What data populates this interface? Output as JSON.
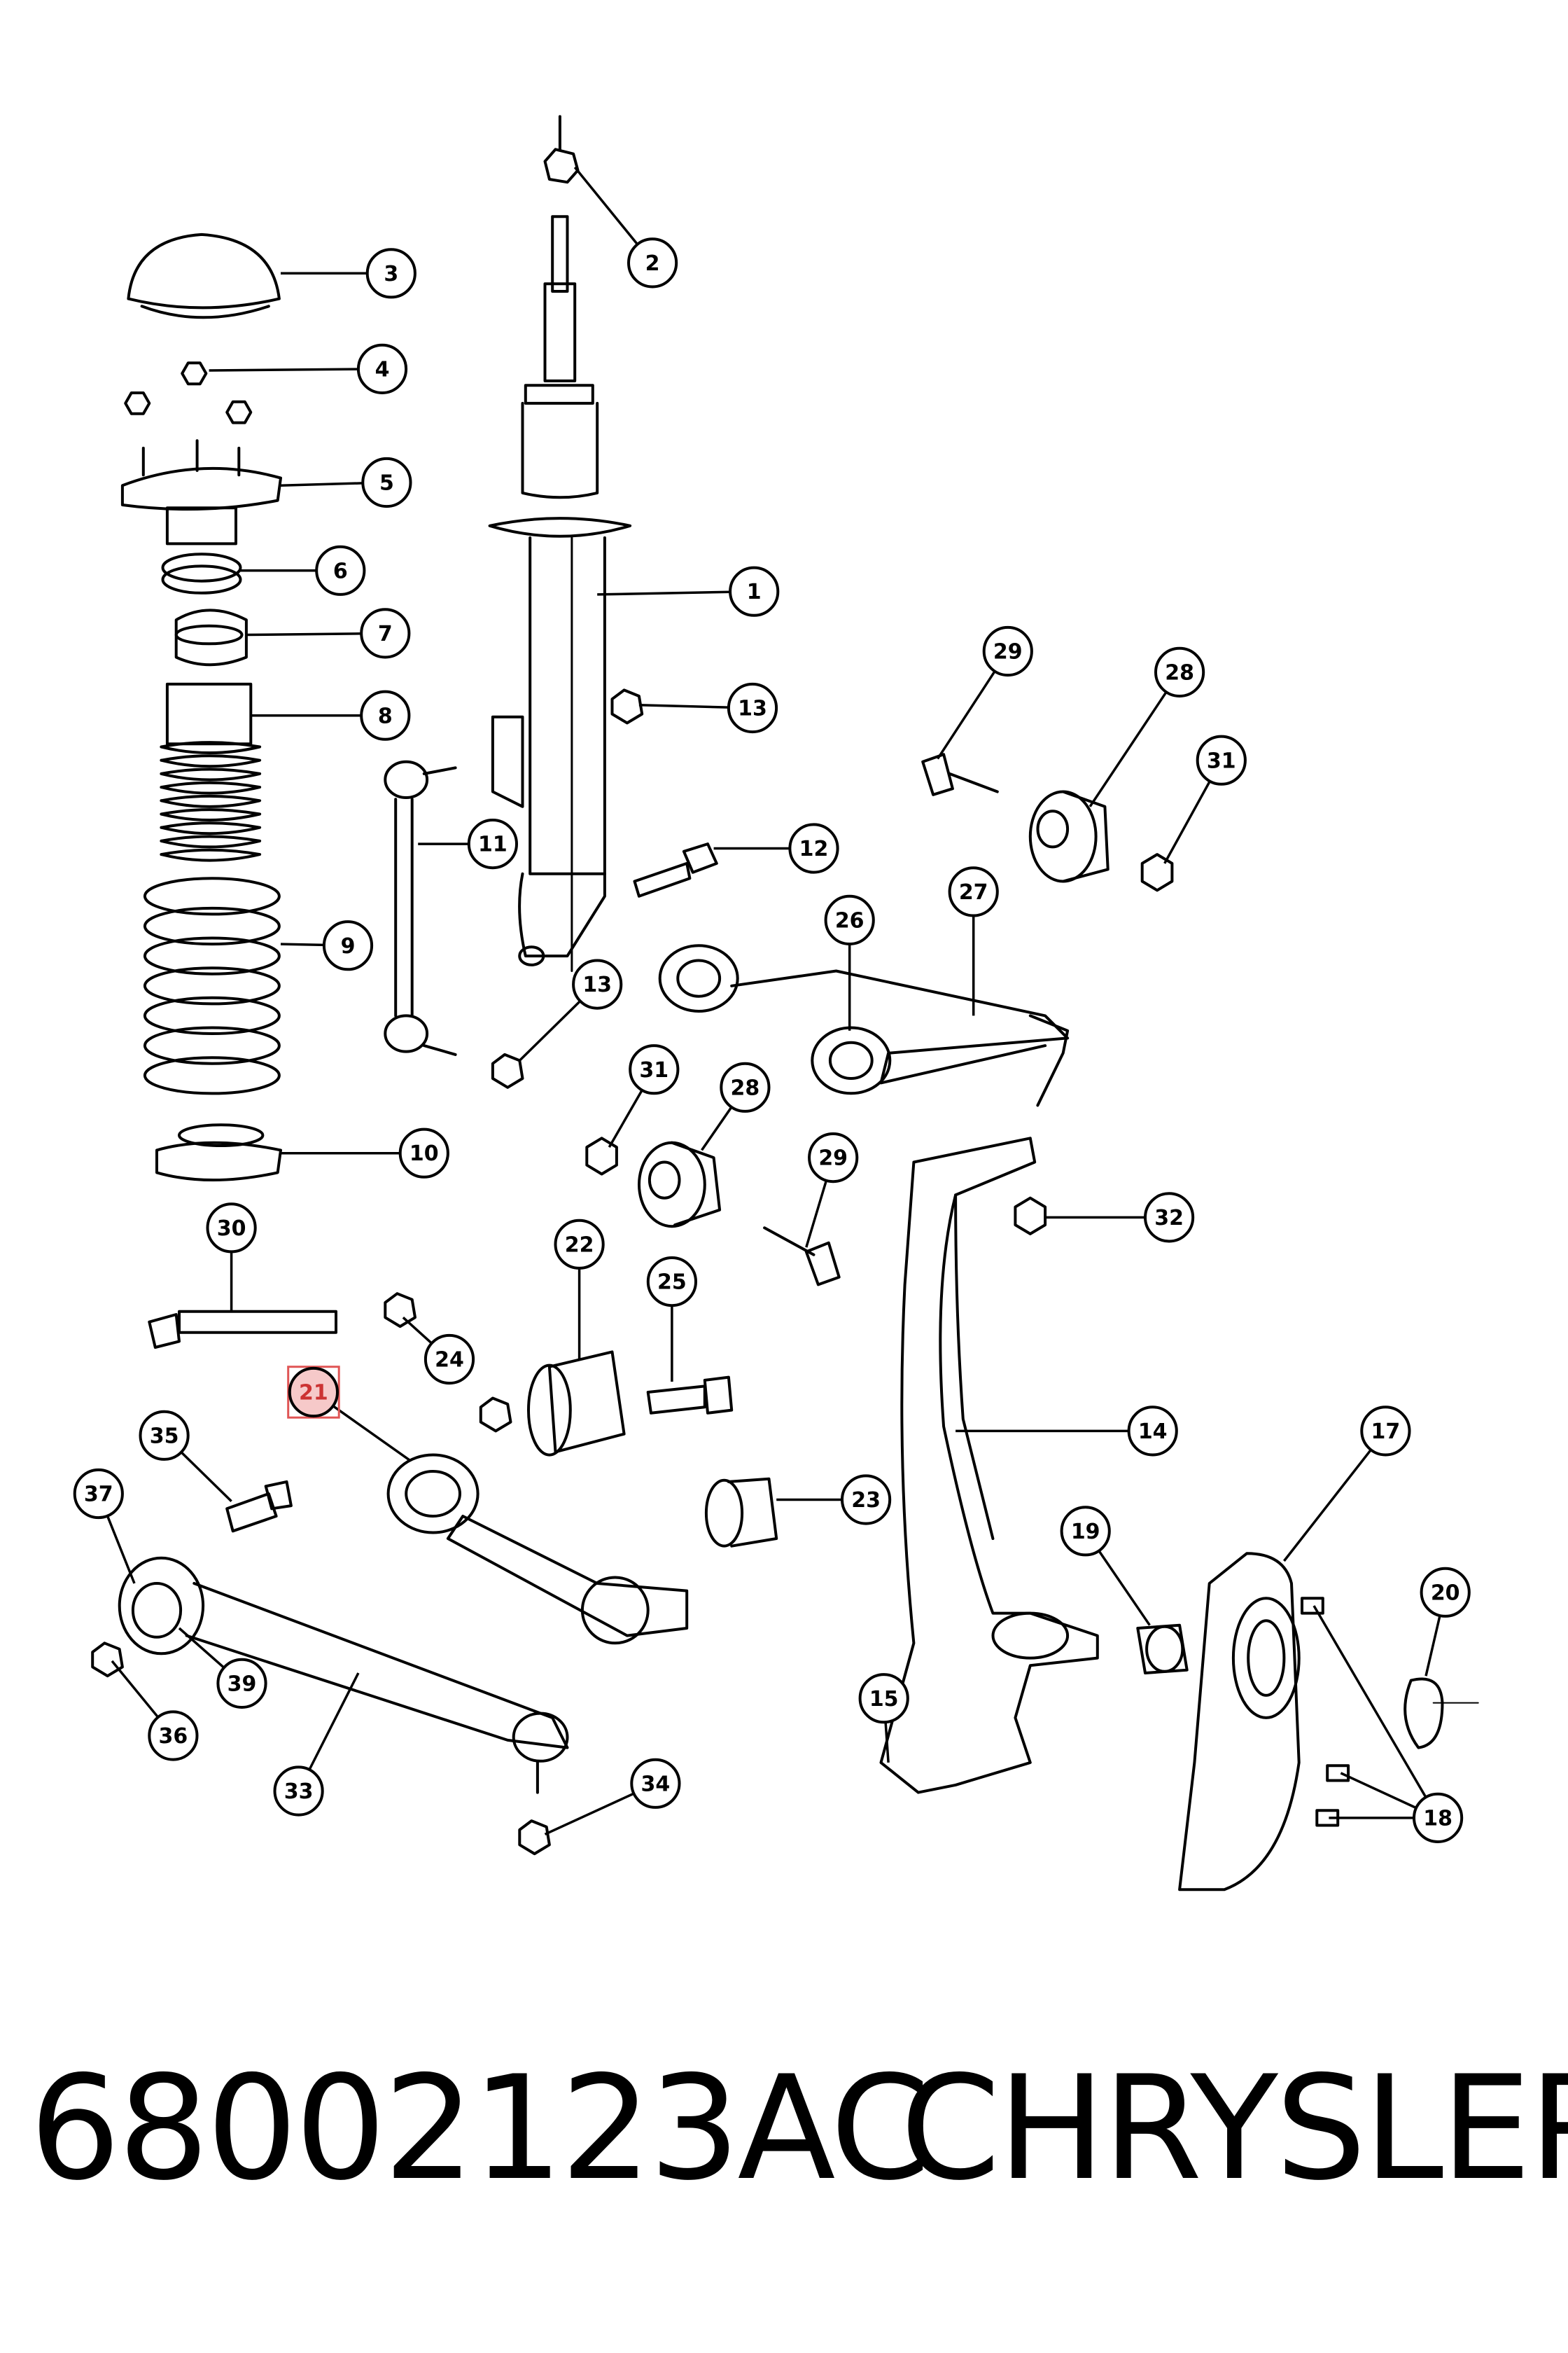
{
  "diagram": {
    "callouts": [
      {
        "id": "c1",
        "label": "1"
      },
      {
        "id": "c2",
        "label": "2"
      },
      {
        "id": "c3",
        "label": "3"
      },
      {
        "id": "c4",
        "label": "4"
      },
      {
        "id": "c5",
        "label": "5"
      },
      {
        "id": "c6",
        "label": "6"
      },
      {
        "id": "c7",
        "label": "7"
      },
      {
        "id": "c8",
        "label": "8"
      },
      {
        "id": "c9",
        "label": "9"
      },
      {
        "id": "c10",
        "label": "10"
      },
      {
        "id": "c11",
        "label": "11"
      },
      {
        "id": "c12",
        "label": "12"
      },
      {
        "id": "c13a",
        "label": "13"
      },
      {
        "id": "c13b",
        "label": "13"
      },
      {
        "id": "c14",
        "label": "14"
      },
      {
        "id": "c15",
        "label": "15"
      },
      {
        "id": "c17",
        "label": "17"
      },
      {
        "id": "c18",
        "label": "18"
      },
      {
        "id": "c19",
        "label": "19"
      },
      {
        "id": "c20",
        "label": "20"
      },
      {
        "id": "c21",
        "label": "21"
      },
      {
        "id": "c22",
        "label": "22"
      },
      {
        "id": "c23",
        "label": "23"
      },
      {
        "id": "c24",
        "label": "24"
      },
      {
        "id": "c25",
        "label": "25"
      },
      {
        "id": "c26",
        "label": "26"
      },
      {
        "id": "c27",
        "label": "27"
      },
      {
        "id": "c28a",
        "label": "28"
      },
      {
        "id": "c28b",
        "label": "28"
      },
      {
        "id": "c29a",
        "label": "29"
      },
      {
        "id": "c29b",
        "label": "29"
      },
      {
        "id": "c30",
        "label": "30"
      },
      {
        "id": "c31a",
        "label": "31"
      },
      {
        "id": "c31b",
        "label": "31"
      },
      {
        "id": "c32",
        "label": "32"
      },
      {
        "id": "c33",
        "label": "33"
      },
      {
        "id": "c34",
        "label": "34"
      },
      {
        "id": "c35",
        "label": "35"
      },
      {
        "id": "c36",
        "label": "36"
      },
      {
        "id": "c37",
        "label": "37"
      },
      {
        "id": "c39",
        "label": "39"
      }
    ],
    "highlighted": "21",
    "colors": {
      "line": "#000000",
      "highlight": "#e05555",
      "highlight_fill": "#f6c9c9"
    }
  },
  "footer": {
    "part_number": "68002123AC",
    "brand": "CHRYSLER"
  }
}
